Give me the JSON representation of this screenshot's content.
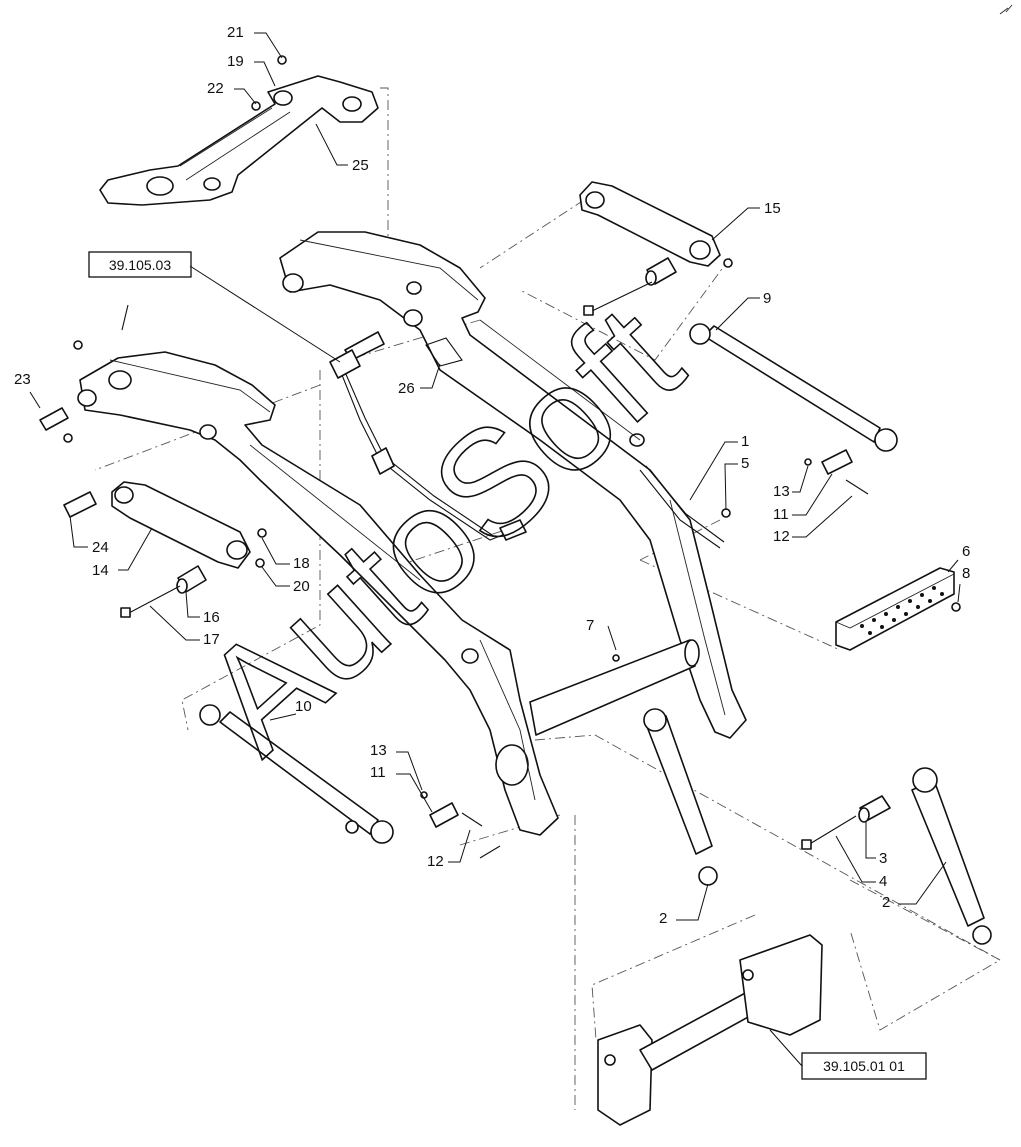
{
  "watermark": "AutoSoft",
  "reference_boxes": [
    {
      "id": "ref-39-105-03",
      "label": "39.105.03"
    },
    {
      "id": "ref-39-105-01-01",
      "label": "39.105.01 01"
    }
  ],
  "callouts": [
    {
      "id": "c21",
      "label": "21"
    },
    {
      "id": "c19",
      "label": "19"
    },
    {
      "id": "c22",
      "label": "22"
    },
    {
      "id": "c25",
      "label": "25"
    },
    {
      "id": "c15",
      "label": "15"
    },
    {
      "id": "c9",
      "label": "9"
    },
    {
      "id": "c23",
      "label": "23"
    },
    {
      "id": "c26",
      "label": "26"
    },
    {
      "id": "c1",
      "label": "1"
    },
    {
      "id": "c5",
      "label": "5"
    },
    {
      "id": "c13a",
      "label": "13"
    },
    {
      "id": "c11a",
      "label": "11"
    },
    {
      "id": "c12a",
      "label": "12"
    },
    {
      "id": "c24",
      "label": "24"
    },
    {
      "id": "c14",
      "label": "14"
    },
    {
      "id": "c18",
      "label": "18"
    },
    {
      "id": "c20",
      "label": "20"
    },
    {
      "id": "c16",
      "label": "16"
    },
    {
      "id": "c17",
      "label": "17"
    },
    {
      "id": "c6",
      "label": "6"
    },
    {
      "id": "c8",
      "label": "8"
    },
    {
      "id": "c7",
      "label": "7"
    },
    {
      "id": "c10",
      "label": "10"
    },
    {
      "id": "c13b",
      "label": "13"
    },
    {
      "id": "c11b",
      "label": "11"
    },
    {
      "id": "c12b",
      "label": "12"
    },
    {
      "id": "c3",
      "label": "3"
    },
    {
      "id": "c4",
      "label": "4"
    },
    {
      "id": "c2a",
      "label": "2"
    },
    {
      "id": "c2b",
      "label": "2"
    }
  ]
}
